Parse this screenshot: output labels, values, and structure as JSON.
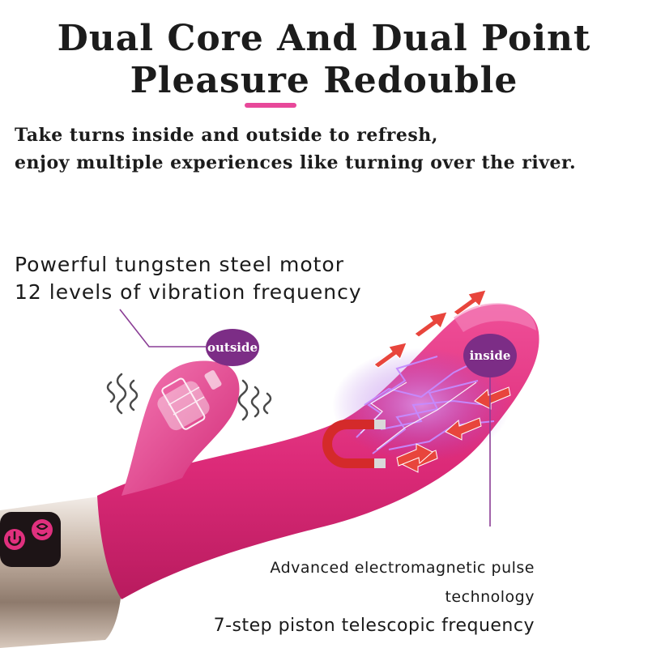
{
  "headline": {
    "line1": "Dual Core And Dual Point",
    "line2": "Pleasure Redouble"
  },
  "subtitle": {
    "line1": "Take turns inside and outside to refresh,",
    "line2": "enjoy multiple experiences like turning over the river."
  },
  "features": {
    "motor": "Powerful tungsten steel motor",
    "levels": "12 levels of vibration frequency",
    "pulse_line1": "Advanced electromagnetic pulse",
    "pulse_line2": "technology",
    "piston": "7-step piston telescopic frequency"
  },
  "labels": {
    "outside": "outside",
    "inside": "inside"
  },
  "colors": {
    "accent": "#e8489a",
    "body_pink": "#e0307e",
    "label_purple": "#7c2d86",
    "arrow_red": "#e8453c",
    "lightning": "#b06cf5"
  },
  "icons": [
    "power-icon",
    "mode-icon",
    "magnet-icon",
    "vibration-wave-icon",
    "motor-icon"
  ]
}
